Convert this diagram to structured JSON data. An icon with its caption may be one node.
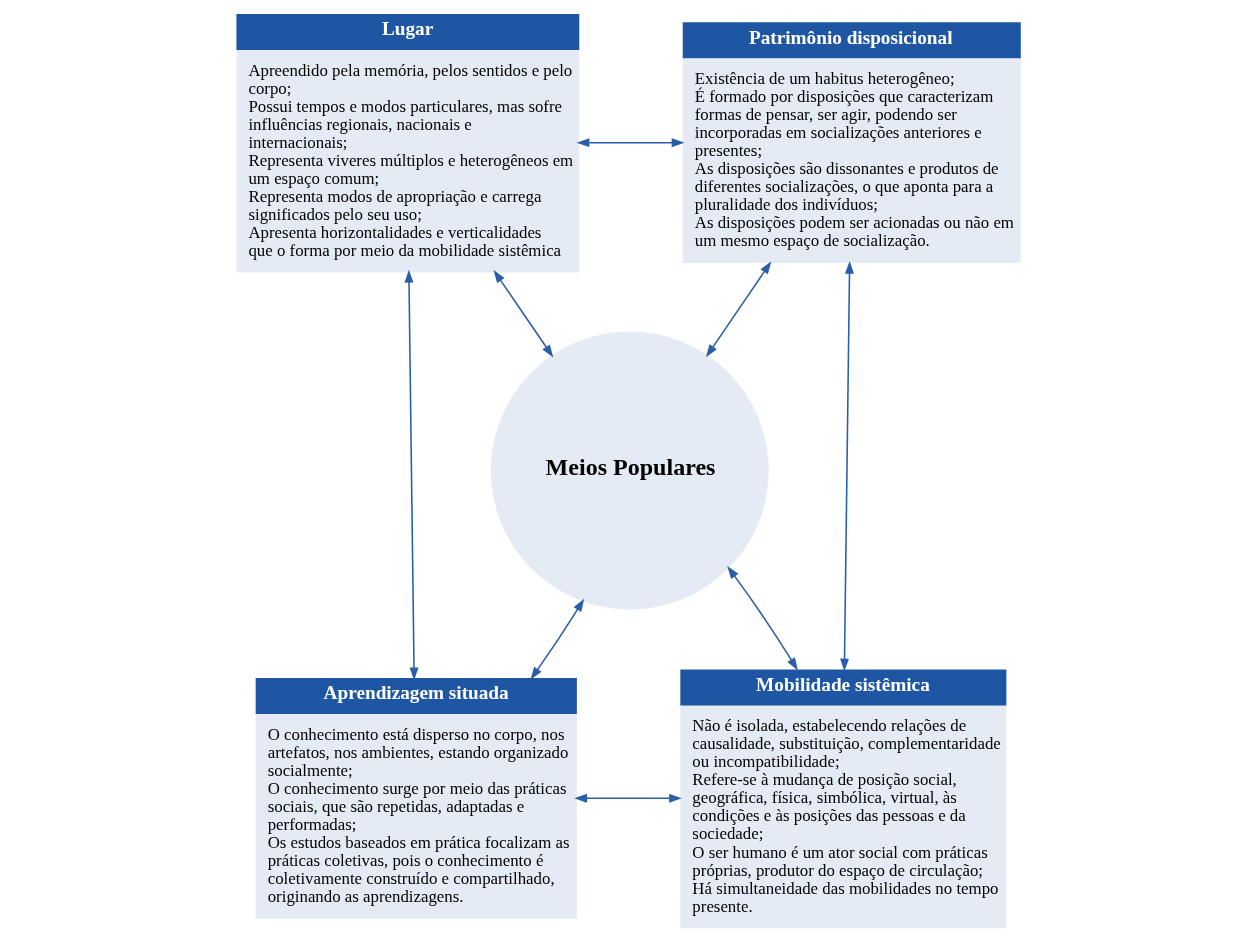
{
  "diagram": {
    "nodes": [
      {
        "text": [
          "Lugar",
          "Apreendido pela memória, pelos sentidos e pelo corpo;",
          "Possui tempos e modos particulares, mas sofre influências regionais, nacionais e internacionais;",
          "Representa viveres múltiplos e heterogêneos em um espaço comum;",
          "Representa modos de apropriação e carrega significados pelo seu uso;",
          "Apresenta horizontalidades e verticalidades que o forma por meio da mobilidade sistêmica"
        ]
      },
      {
        "text": [
          "Patrimônio disposicional",
          "Existência de um habitus heterogêneo;",
          "É formado por disposições que caracterizam formas de pensar, ser agir, podendo ser incorporadas em socializações anteriores e presentes;",
          "As disposições são dissonantes e produtos de diferentes socializações, o que aponta para a pluralidade dos indivíduos;",
          "As disposições podem ser acionadas ou não em um mesmo espaço de socialização."
        ]
      },
      {
        "text": [
          "Meios Populares"
        ]
      },
      {
        "text": [
          "Aprendizagem situada",
          "O conhecimento está disperso no corpo, nos artefatos, nos ambientes, estando organizado socialmente;",
          "O conhecimento surge por meio das práticas sociais, que são repetidas, adaptadas e performadas;",
          "Os estudos baseados em prática focalizam as práticas coletivas, pois o conhecimento é coletivamente construído e compartilhado, originando as aprendizagens."
        ]
      },
      {
        "text": [
          "Mobilidade sistêmica",
          "Não é isolada, estabelecendo relações de causalidade, substituição, complementaridade ou incompatibilidade;",
          "Refere-se à mudança de posição social, geográfica, física, simbólica, virtual, às condições e às posições das pessoas e da sociedade;",
          "O ser humano é um ator social com práticas próprias, produtor do espaço de circulação;",
          "Há simultaneidade das mobilidades no tempo presente."
        ]
      }
    ],
    "edges": [
      {
        "from": 0,
        "to": 1,
        "arrow": "both"
      },
      {
        "from": 0,
        "to": 2,
        "arrow": "both"
      },
      {
        "from": 1,
        "to": 2,
        "arrow": "both"
      },
      {
        "from": 0,
        "to": 3,
        "arrow": "both"
      },
      {
        "from": 1,
        "to": 4,
        "arrow": "both"
      },
      {
        "from": 3,
        "to": 2,
        "arrow": "both"
      },
      {
        "from": 4,
        "to": 2,
        "arrow": "both"
      },
      {
        "from": 3,
        "to": 4,
        "arrow": "both"
      }
    ]
  }
}
